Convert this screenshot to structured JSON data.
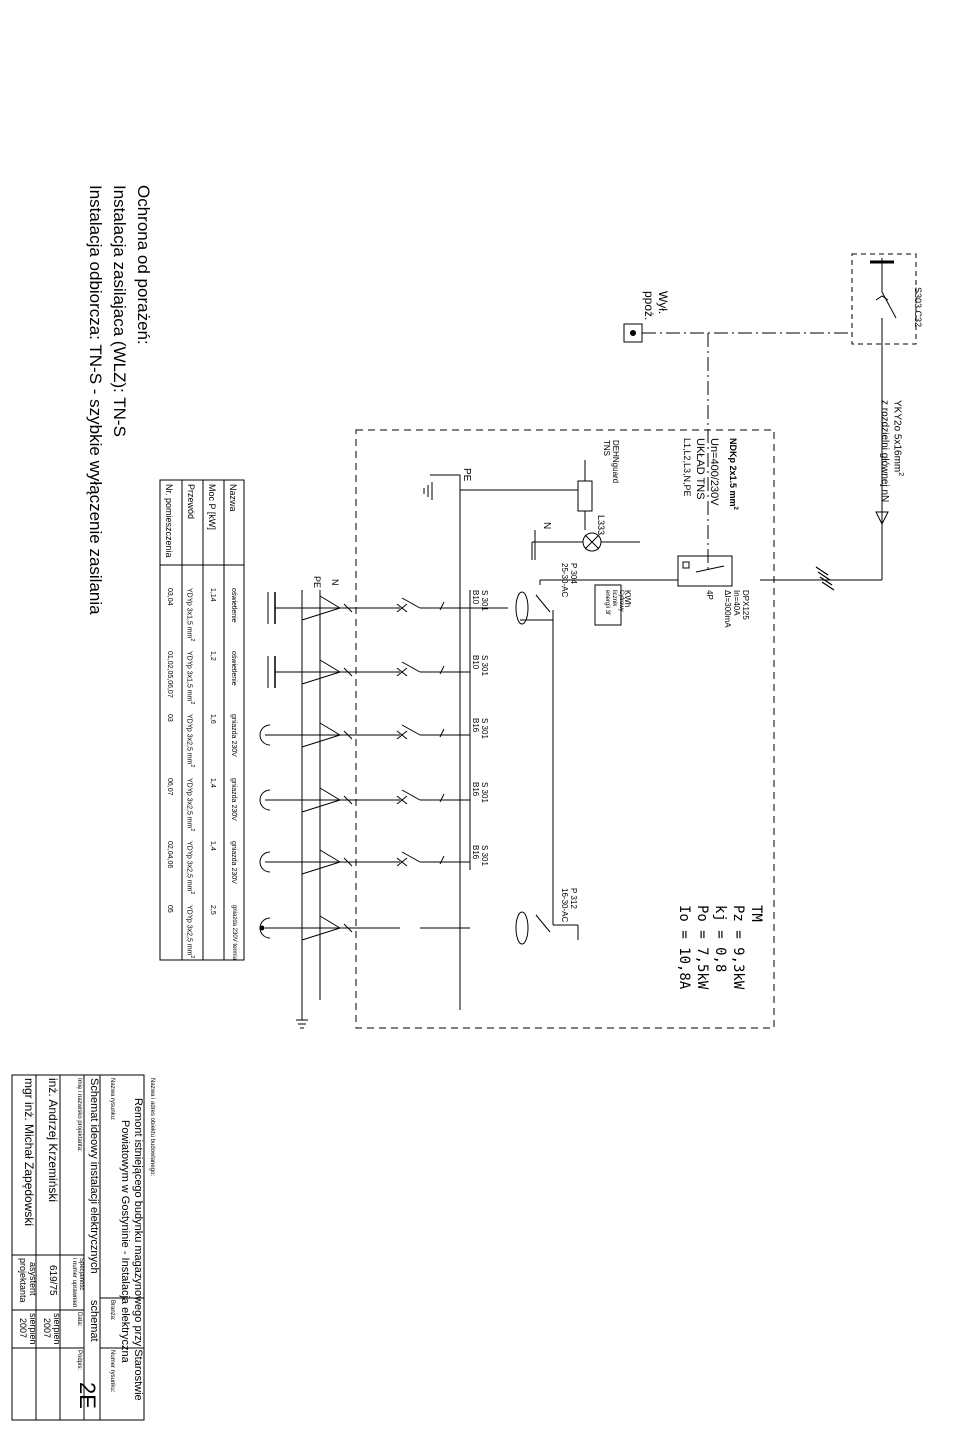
{
  "supply": {
    "breaker": "S303 C32",
    "cable": "YKY2o 5x16mm",
    "cable_sup": "2",
    "from": "z rozdzielni głównej nN",
    "fire_switch": [
      "Wył.",
      "ppoż."
    ]
  },
  "board": {
    "ndgp": "NDKp 2x1.5 mm",
    "ndgp_sup": "2",
    "voltage": "Un=400/230V",
    "system": "UKŁAD TNS",
    "phases": "L1,L2,L3,N,PE",
    "surge": [
      "DEHNguard",
      "TNS"
    ],
    "pe": "PE",
    "n": "N",
    "lamp": "L333",
    "rcd": [
      "DPX125",
      "In=40A",
      "ΔI=300mA",
      "4P"
    ],
    "meter": [
      "KWh",
      "Cyfrowy",
      "licznik",
      "energii 3f"
    ],
    "p304": [
      "P 304",
      "25-30-AC"
    ],
    "p312": [
      "P 312",
      "16-30-AC"
    ],
    "bus_n": "N",
    "bus_pe": "PE"
  },
  "tm": [
    "TM",
    "Pz = 9,3kW",
    "kj = 0,8",
    "Po = 7,5kW",
    "Io = 10,8A"
  ],
  "breakers": [
    [
      "S 301",
      "B10"
    ],
    [
      "S 301",
      "B10"
    ],
    [
      "S 301",
      "B16"
    ],
    [
      "S 301",
      "B16"
    ],
    [
      "S 301",
      "B16"
    ]
  ],
  "table": {
    "row_labels": [
      "Nazwa",
      "Moc P [kW]",
      "Przewód",
      "Nr. pomieszczenia"
    ],
    "cols": [
      [
        "oświetlenie",
        "1,14",
        "YDYp 3x1,5 mm",
        "03,04"
      ],
      [
        "oświetlenie",
        "1,2",
        "YDYp 3x1,5 mm",
        "01,02,05,06,07"
      ],
      [
        "gniazda 230V",
        "1,6",
        "YDYp 3x2,5 mm",
        "03"
      ],
      [
        "gniazda 230V",
        "1,4",
        "YDYp 3x2,5 mm",
        "06,07"
      ],
      [
        "gniazda 230V",
        "1,4",
        "YDYp 3x2,5 mm",
        "02,04,06"
      ],
      [
        "gniazda 230V termia",
        "2,5",
        "YDYp 3x2,5 mm",
        "05"
      ]
    ],
    "sup": "2"
  },
  "notes": [
    "Ochrona od porażeń:",
    "Instalacja zasilajaca (WLZ): TN-S",
    "Instalacja odbiorcza: TN-S - szybkie wyłączenie zasilania"
  ],
  "title_block": {
    "object_label": "Nazwa i adres obiektu budowlanego:",
    "object_1": "Remont istniejącego budynku magazynowego przy Starostwie",
    "object_2": "Powiatowym w Gostyninie - Instalacja elektryczna",
    "drawing_label": "Nazwa rysunku:",
    "drawing": "Schemat ideowy instalacji elektrycznych",
    "branch_label": "Branża:",
    "branch": "schemat",
    "number_label": "Numer rysunku:",
    "number": "2E",
    "name_label": "Imię i nazwisko projektanta:",
    "spec_label": "Specjalność",
    "spec_label2": "i numer uprawnień",
    "date_label": "Data:",
    "sign_label": "Podpis:",
    "p1_name": "inż. Andrzej Krzemiński",
    "p1_spec": "619/75",
    "p1_date": [
      "sierpień",
      "2007"
    ],
    "p2_name": "mgr inż. Michał Zapędowski",
    "p2_spec": [
      "asystent",
      "projektanta"
    ],
    "p2_date": [
      "sierpień",
      "2007"
    ]
  }
}
